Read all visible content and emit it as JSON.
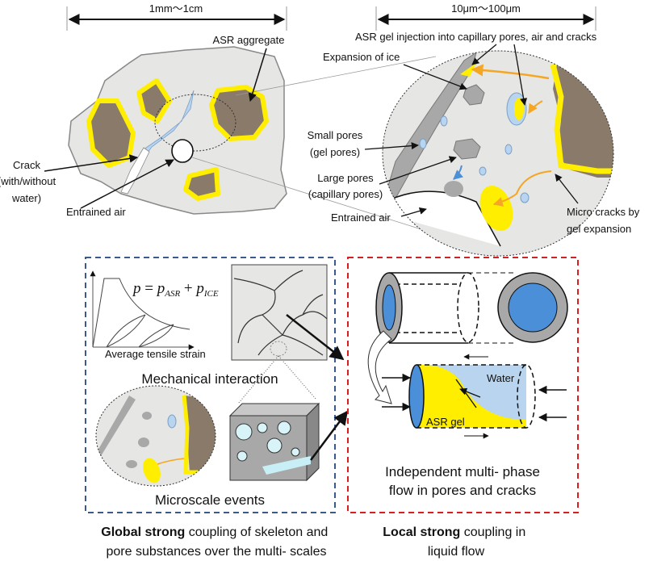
{
  "colors": {
    "concrete": "#e6e6e4",
    "aggregate": "#8a7a6a",
    "gel": "#ffee00",
    "water": "#b8d4ee",
    "pore": "#a8a8a8",
    "flow": "#f5a623",
    "global_box": "#3a5a8c",
    "local_box": "#d42020",
    "blue_fill": "#4a8fd8"
  },
  "top": {
    "scale_left": "1mm〜1cm",
    "scale_right": "10μm〜100μm",
    "asr_aggregate": "ASR aggregate",
    "crack": [
      "Crack",
      "(with/without",
      "water)"
    ],
    "entrained_air_left": "Entrained air",
    "gel_injection": "ASR gel injection into capillary pores, air and cracks",
    "expansion_ice": "Expansion of ice",
    "small_pores": [
      "Small pores",
      "(gel pores)"
    ],
    "large_pores": [
      "Large pores",
      "(capillary pores)"
    ],
    "entrained_air_right": "Entrained air",
    "micro_cracks": [
      "Micro cracks by",
      "gel expansion"
    ]
  },
  "global_box": {
    "equation": {
      "p": "p",
      "eq": " = ",
      "p1": "p",
      "s1": "ASR",
      "plus": " + ",
      "p2": "p",
      "s2": "ICE"
    },
    "xlabel": "Average tensile strain",
    "mechanical": "Mechanical interaction",
    "microscale": "Microscale events"
  },
  "local_box": {
    "water": "Water",
    "asr_gel": "ASR gel",
    "flow_text": [
      "Independent multi- phase",
      "flow in pores and cracks"
    ]
  },
  "captions": {
    "global": {
      "bold": "Global strong",
      "rest1": " coupling of skeleton and",
      "line2": "pore substances over the multi- scales"
    },
    "local": {
      "bold": "Local strong",
      "rest1": " coupling in",
      "line2": "liquid flow"
    }
  }
}
